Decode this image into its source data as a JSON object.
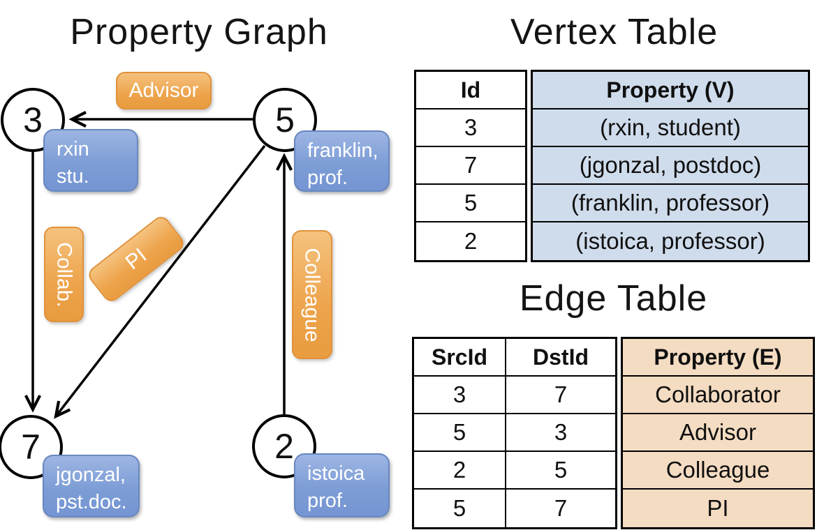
{
  "graph": {
    "title": "Property Graph",
    "vertices": [
      {
        "id": "3",
        "prop_line1": "rxin",
        "prop_line2": "stu."
      },
      {
        "id": "5",
        "prop_line1": "franklin,",
        "prop_line2": "prof."
      },
      {
        "id": "7",
        "prop_line1": "jgonzal,",
        "prop_line2": "pst.doc."
      },
      {
        "id": "2",
        "prop_line1": "istoica",
        "prop_line2": "prof."
      }
    ],
    "edges": [
      {
        "src": "5",
        "dst": "3",
        "label": "Advisor"
      },
      {
        "src": "3",
        "dst": "7",
        "label": "Collab."
      },
      {
        "src": "5",
        "dst": "7",
        "label": "PI"
      },
      {
        "src": "2",
        "dst": "5",
        "label": "Colleague"
      }
    ]
  },
  "vertex_table": {
    "title": "Vertex Table",
    "columns": [
      "Id",
      "Property (V)"
    ],
    "rows": [
      [
        "3",
        "(rxin, student)"
      ],
      [
        "7",
        "(jgonzal, postdoc)"
      ],
      [
        "5",
        "(franklin, professor)"
      ],
      [
        "2",
        "(istoica, professor)"
      ]
    ]
  },
  "edge_table": {
    "title": "Edge Table",
    "columns": [
      "SrcId",
      "DstId",
      "Property (E)"
    ],
    "rows": [
      [
        "3",
        "7",
        "Collaborator"
      ],
      [
        "5",
        "3",
        "Advisor"
      ],
      [
        "2",
        "5",
        "Colleague"
      ],
      [
        "5",
        "7",
        "PI"
      ]
    ]
  },
  "colors": {
    "edge_label_orange": "#EDA44C",
    "vertex_prop_blue": "#7D9DD6",
    "vertex_table_fill": "#CFDCEC",
    "edge_table_fill": "#F4DCC2",
    "line_black": "#000000"
  }
}
